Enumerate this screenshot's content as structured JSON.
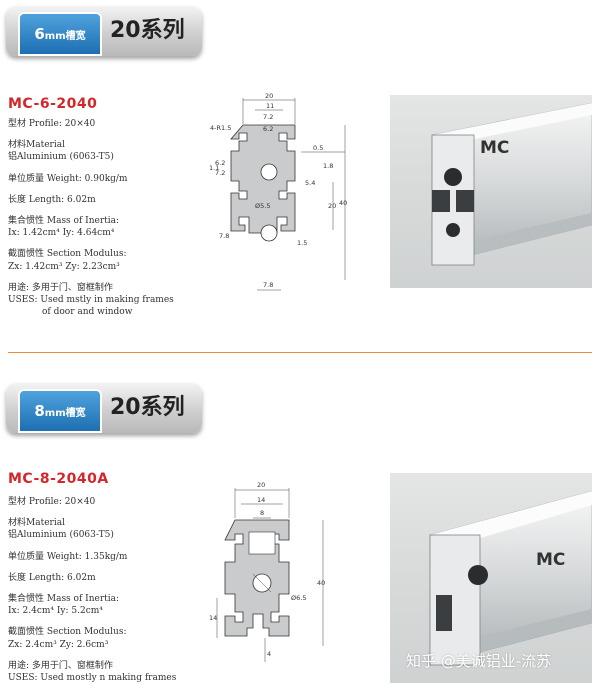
{
  "section1": {
    "header": {
      "slot_size": "6",
      "slot_unit": "mm槽宽",
      "series": "20系列"
    },
    "model": "MC-6-2040",
    "specs": {
      "profile": "型材 Profile: 20×40",
      "material_label": "材料Material",
      "material_value": "铝Aluminium (6063-T5)",
      "weight": "单位质量 Weight: 0.90kg/m",
      "length": "长度 Length: 6.02m",
      "inertia_label": "集合惯性 Mass of Inertia:",
      "inertia_value": "Ix: 1.42cm⁴   Iy: 4.64cm⁴",
      "modulus_label": "截面惯性 Section Modulus:",
      "modulus_value": "Zx: 1.42cm³   Zy: 2.23cm³",
      "use_label": "用途: 多用于门、窗框制作",
      "use_en_1": "USES: Used mstly in making frames",
      "use_en_2": "of door and window"
    },
    "drawing_dims": {
      "width": "20",
      "inner": "11",
      "slot": "7.2",
      "slot2": "6.2",
      "radius": "4-R1.5",
      "wall": "0.5",
      "lip": "1.8",
      "height": "20",
      "total": "40",
      "side_h": "7.8",
      "bottom": "7.8",
      "hole": "Ø5.5",
      "diag": "Ø5.5",
      "left1": "6.2",
      "left2": "7.2",
      "left3": "1.1",
      "web": "1.5",
      "mid": "5.4"
    },
    "photo_label": "MC"
  },
  "section2": {
    "header": {
      "slot_size": "8",
      "slot_unit": "mm槽宽",
      "series": "20系列"
    },
    "model": "MC-8-2040A",
    "specs": {
      "profile": "型材 Profile: 20×40",
      "material_label": "材料Material",
      "material_value": "铝Aluminium (6063-T5)",
      "weight": "单位质量 Weight: 1.35kg/m",
      "length": "长度 Length: 6.02m",
      "inertia_label": "集合惯性 Mass of Inertia:",
      "inertia_value": "Ix: 2.4cm⁴   Iy: 5.2cm⁴",
      "modulus_label": "截面惯性 Section Modulus:",
      "modulus_value": "Zx: 2.4cm³   Zy: 2.6cm³",
      "use_label": "用途: 多用于门、窗框制作",
      "use_en_1": "USES: Used mostly n making frames"
    },
    "drawing_dims": {
      "width": "20",
      "inner": "14",
      "slot": "8",
      "total": "40",
      "hole": "Ø6.5",
      "side_h": "14",
      "side_w": "4"
    },
    "photo_label": "MC"
  },
  "watermark": "知乎 @美诚铝业-流苏"
}
